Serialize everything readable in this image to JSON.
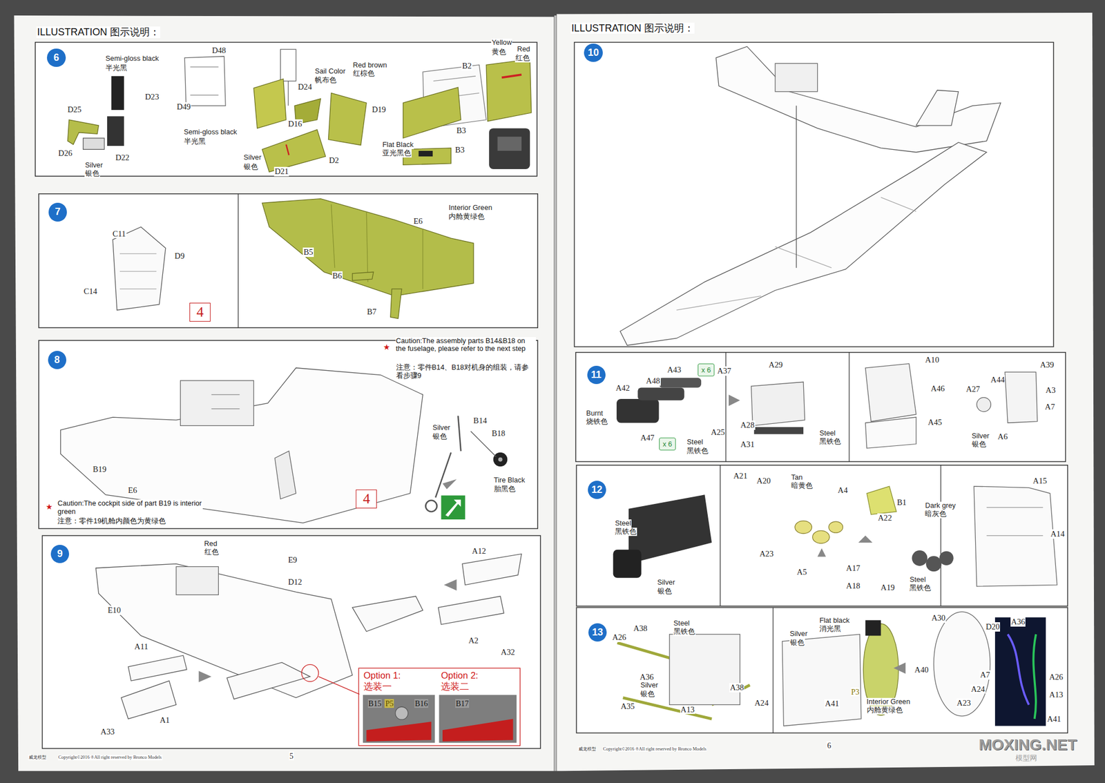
{
  "diagram": {
    "nodes": [
      {
        "text": [
          "6"
        ]
      },
      {
        "text": [
          "7"
        ]
      },
      {
        "text": [
          "4"
        ]
      },
      {
        "text": [
          "8"
        ]
      },
      {
        "text": [
          "4"
        ]
      },
      {
        "text": [
          "9"
        ]
      },
      {
        "text": [
          "10"
        ]
      },
      {
        "text": [
          "11"
        ]
      },
      {
        "text": [
          "x 6"
        ]
      },
      {
        "text": [
          "x 6"
        ]
      },
      {
        "text": [
          "12"
        ]
      },
      {
        "text": [
          "13"
        ]
      }
    ],
    "labels": [
      "ILLUSTRATION 图示说明：",
      "Semi-gloss black",
      "半光黑",
      "D23",
      "D48",
      "D49",
      "D25",
      "D26",
      "D22",
      "Silver",
      "银色",
      "Semi-gloss black",
      "半光黑",
      "Silver",
      "银色",
      "D21",
      "D2",
      "D16",
      "D24",
      "Sail Color",
      "帆布色",
      "Red brown",
      "红棕色",
      "D19",
      "Yellow",
      "黄色",
      "Red",
      "红色",
      "B2",
      "B3",
      "Flat Black",
      "亚光黑色",
      "B3",
      "C11",
      "D9",
      "C14",
      "E6",
      "B5",
      "Interior Green",
      "内舱黄绿色",
      "B6",
      "B7",
      "★",
      "Caution:The assembly parts B14&B18 on the fuselage, please refer to the next step",
      "注意：零件B14、B18对机身的组装，请参看步骤9",
      "Silver",
      "银色",
      "B14",
      "B18",
      "Tire Black",
      "胎黑色",
      "B19",
      "E6",
      "★",
      "Caution:The cockpit side of part B19 is interior green",
      "注意：零件19机舱内颜色为黄绿色",
      "Red",
      "红色",
      "E9",
      "D12",
      "E10",
      "A12",
      "A2",
      "A32",
      "A11",
      "A1",
      "A33",
      "Option 1:",
      "选装一",
      "Option 2:",
      "选装二",
      "B15",
      "P5",
      "B16",
      "B17",
      "威龙模型",
      "Copyright©2016 ®All right reserved by Bronco Models",
      "5",
      "ILLUSTRATION 图示说明：",
      "A43",
      "A37",
      "A29",
      "A42",
      "A48",
      "Burnt",
      "烧铁色",
      "A47",
      "Steel",
      "黑铁色",
      "A25",
      "A28",
      "A31",
      "Steel",
      "黑铁色",
      "A10",
      "A46",
      "A45",
      "A27",
      "A44",
      "A39",
      "A3",
      "A7",
      "Silver",
      "银色",
      "A6",
      "Steel",
      "黑铁色",
      "Silver",
      "银色",
      "A21",
      "A20",
      "Tan",
      "暗黄色",
      "A4",
      "B1",
      "A22",
      "A23",
      "A5",
      "A17",
      "A18",
      "A19",
      "Dark grey",
      "暗灰色",
      "Steel",
      "黑铁色",
      "A15",
      "A14",
      "Steel",
      "黑铁色",
      "A38",
      "A26",
      "A36",
      "Silver",
      "银色",
      "A35",
      "A13",
      "A38",
      "A24",
      "Flat black",
      "消光黑",
      "Silver",
      "银色",
      "P3",
      "Interior Green",
      "内舱黄绿色",
      "A41",
      "A30",
      "D20",
      "A36",
      "A40",
      "A7",
      "A24",
      "A23",
      "A26",
      "A13",
      "A41",
      "威龙模型",
      "Copyright©2016 ®All right reserved by Bronco Models",
      "6",
      "MOXING.NET",
      "模型网"
    ]
  }
}
